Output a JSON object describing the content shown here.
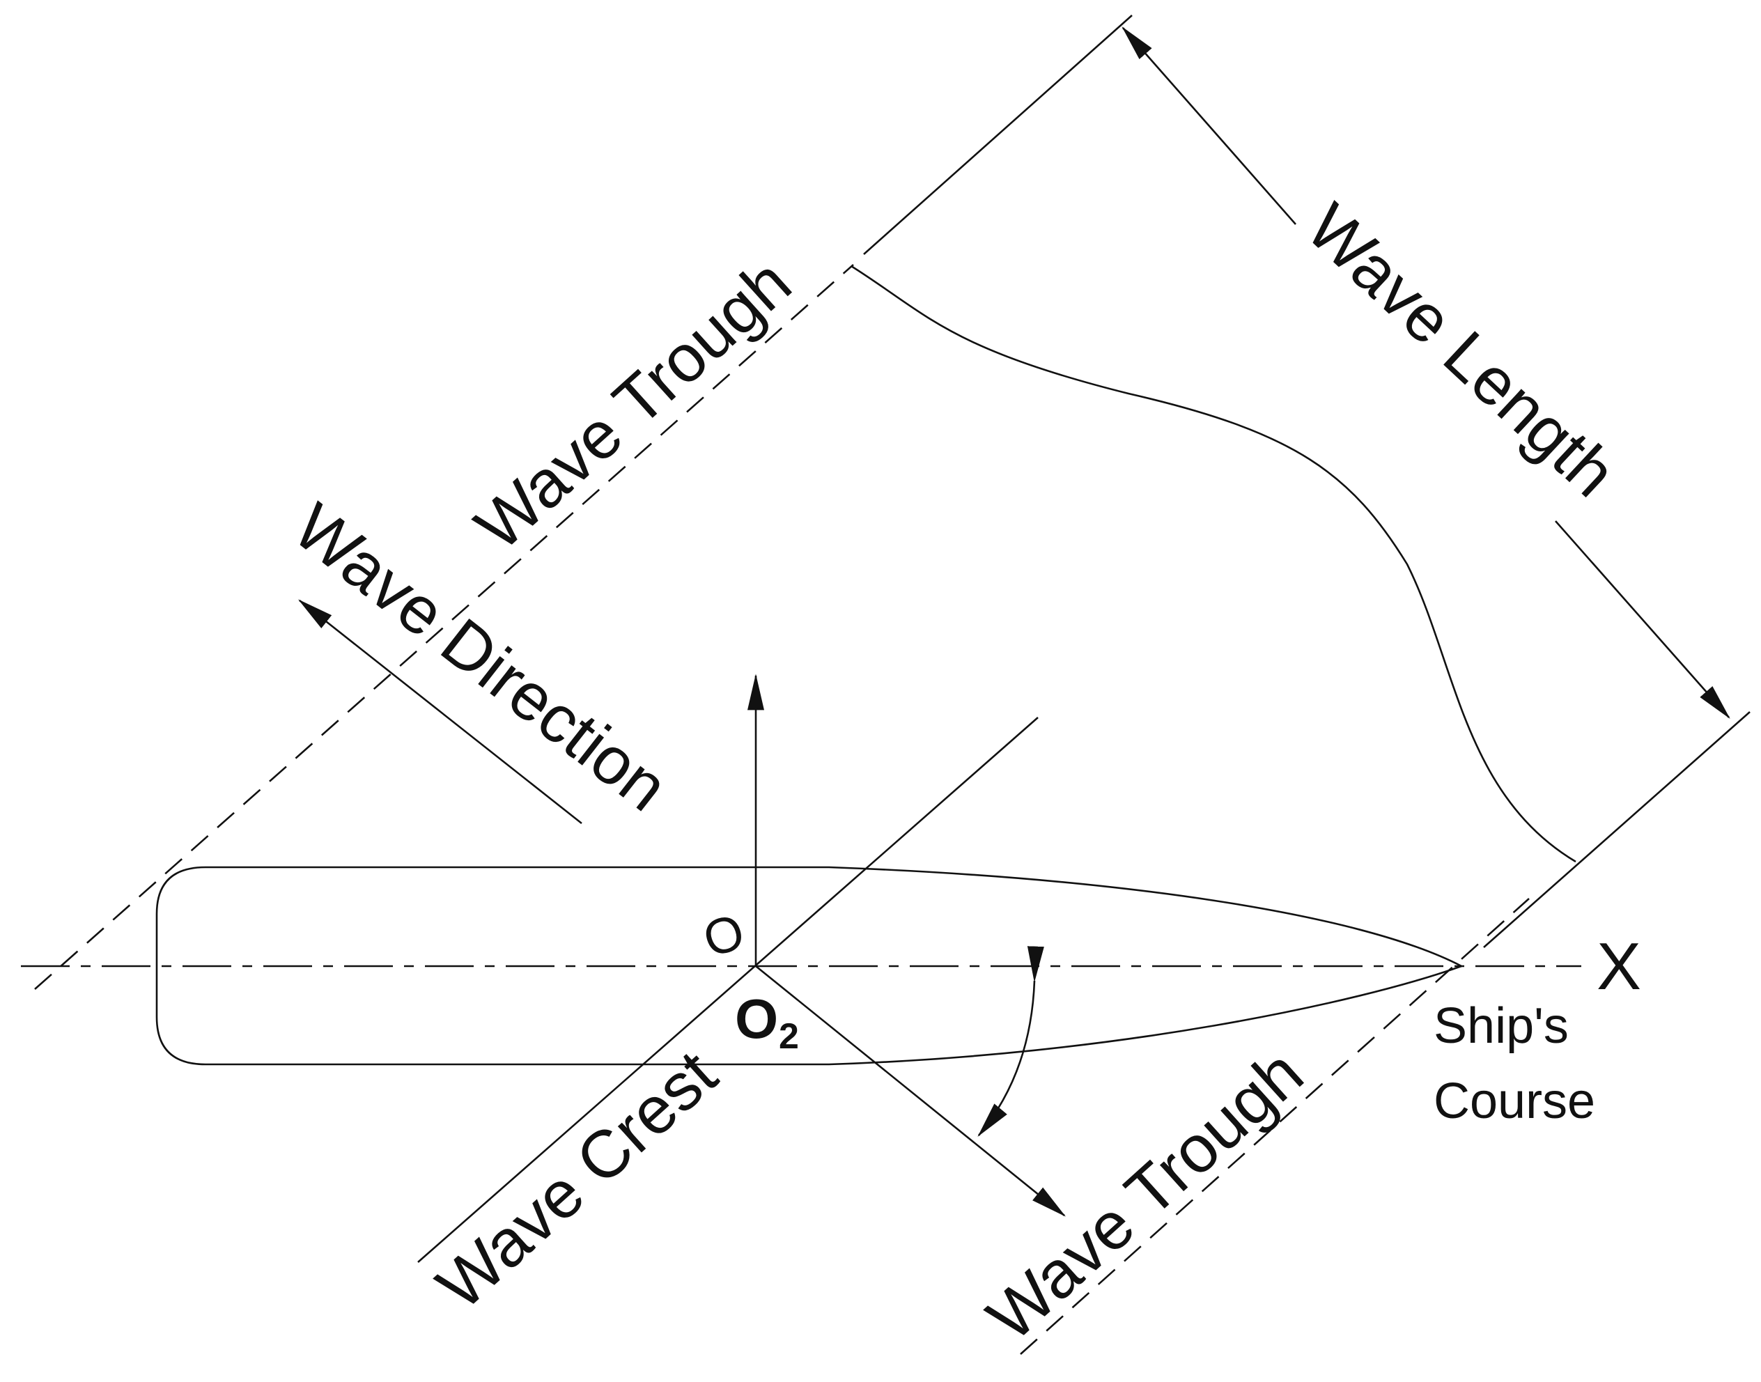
{
  "labels": {
    "wave_trough_top": "Wave Trough",
    "wave_direction": "Wave Direction",
    "wave_length": "Wave Length",
    "wave_crest": "Wave Crest",
    "wave_trough_bottom": "Wave Trough",
    "ships_course_line1": "Ship's",
    "ships_course_line2": "Course",
    "x_axis": "X",
    "origin_o": "O",
    "origin_o2_main": "O",
    "origin_o2_sub": "2"
  },
  "colors": {
    "stroke": "#111111",
    "background": "#ffffff"
  }
}
